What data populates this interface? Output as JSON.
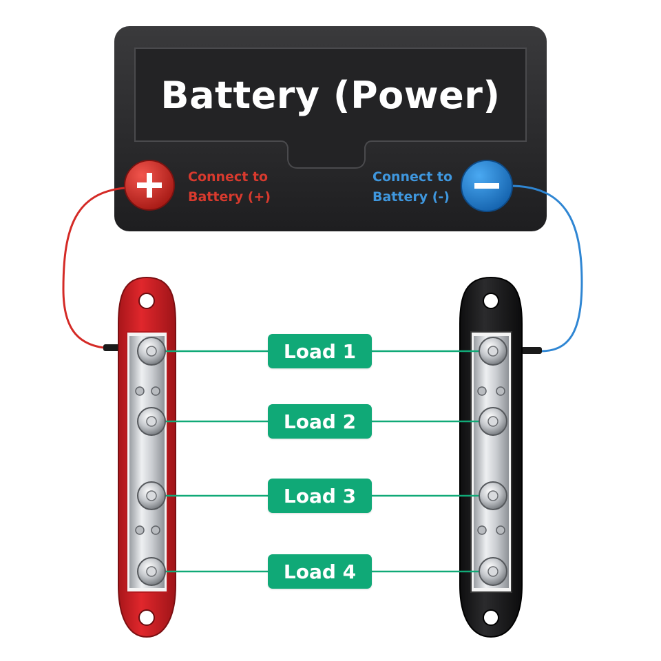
{
  "battery": {
    "title": "Battery (Power)",
    "positive_terminal_symbol": "+",
    "negative_terminal_symbol": "−",
    "positive_label_line1": "Connect to",
    "positive_label_line2": "Battery (+)",
    "negative_label_line1": "Connect to",
    "negative_label_line2": "Battery (-)"
  },
  "loads": [
    "Load 1",
    "Load 2",
    "Load 3",
    "Load 4"
  ],
  "colors": {
    "positive": "#d42a26",
    "negative": "#2f86d3",
    "load_pill": "#10a977",
    "battery_body": "#2a2a2c"
  }
}
